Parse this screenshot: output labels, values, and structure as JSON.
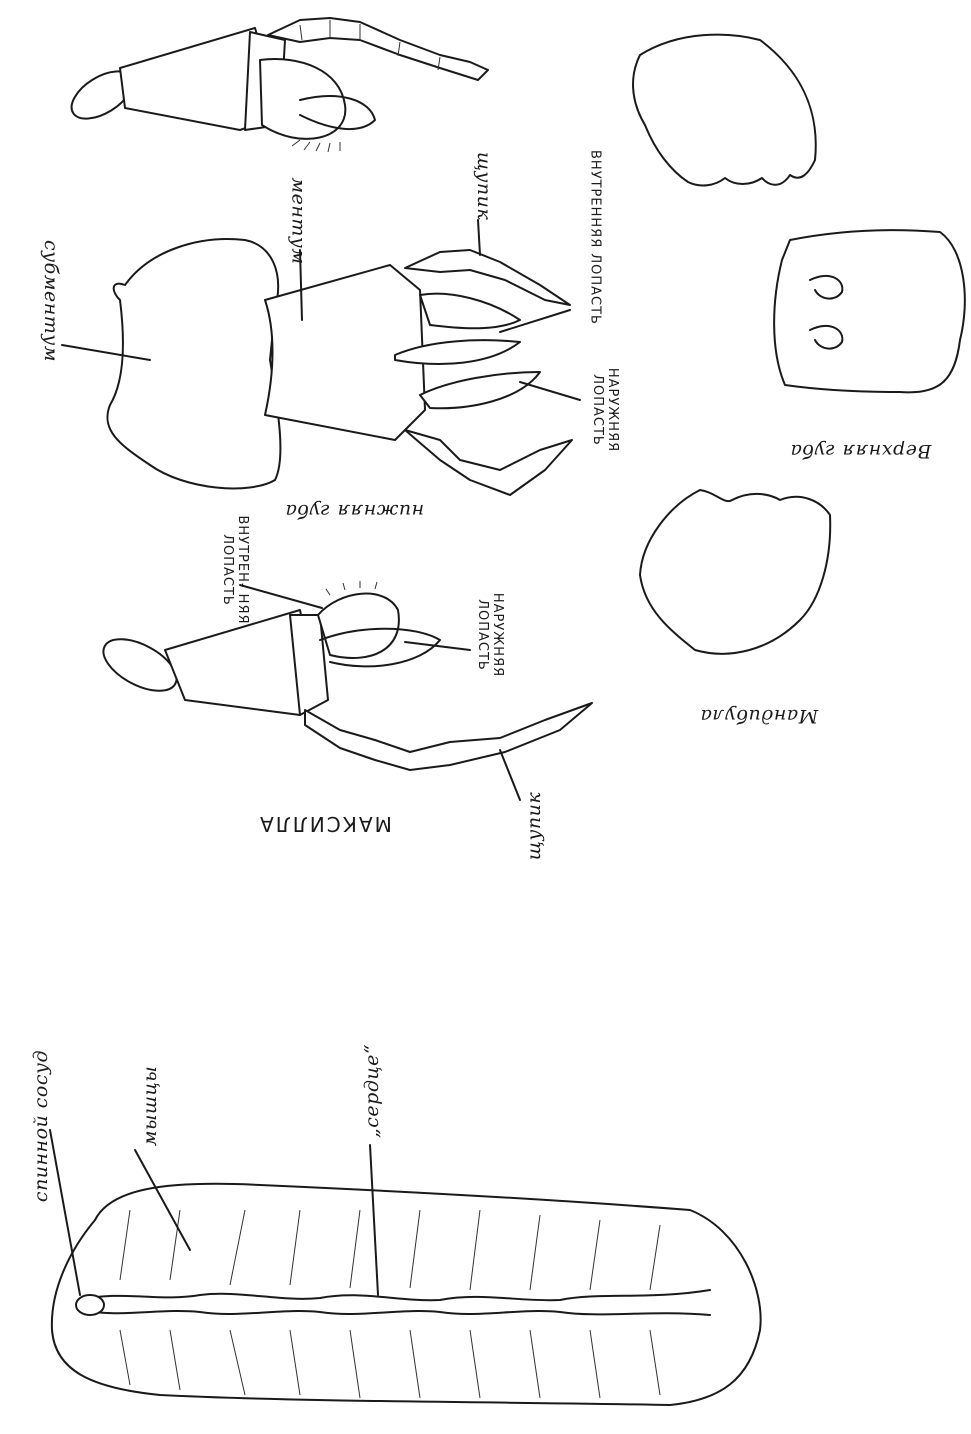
{
  "labels": {
    "submentum": "субментум",
    "mentum": "ментум",
    "palp_labium": "щупик",
    "inner_lobe_labium": "ВНУТРЕННЯЯ ЛОПАСТЬ",
    "outer_lobe_labium": "НАРУЖНЯЯ ЛОПАСТЬ",
    "labium_caption": "нижняя губа",
    "inner_lobe_maxilla": "ВНУТРЕН- НЯЯ ЛОПАСТЬ",
    "outer_lobe_maxilla": "НАРУЖНЯЯ ЛОПАСТЬ",
    "maxilla_caption": "МАКСИЛЛА",
    "palp_maxilla": "щупик",
    "upper_lip_caption": "Верхняя губа",
    "mandible_caption": "Мандибула",
    "dorsal_vessel": "спинной сосуд",
    "muscles": "мышцы",
    "heart": "„сердце“"
  }
}
